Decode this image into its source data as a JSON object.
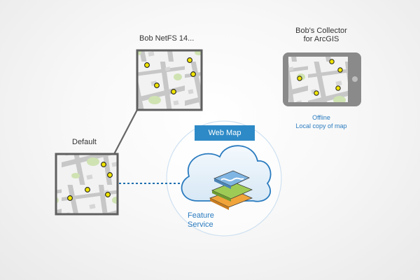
{
  "replicas": {
    "default": {
      "label": "Default"
    },
    "netfs": {
      "label": "Bob NetFS 14..."
    },
    "collector": {
      "title_line1": "Bob's Collector",
      "title_line2": "for ArcGIS"
    }
  },
  "offline": {
    "status": "Offline",
    "note": "Local copy of map"
  },
  "web_map": {
    "label": "Web Map"
  },
  "feature_service": {
    "line1": "Feature",
    "line2": "Service"
  },
  "colors": {
    "accent_blue": "#2a7bbf",
    "web_map_button": "#2d8ac7",
    "tile_frame": "#5f5f5f",
    "road_grey": "#c7c7c7",
    "park_green": "#cfe3b2",
    "poi_marker": "#f0e400",
    "device_grey": "#8a8a8a",
    "cloud_fill": "#e3eff8",
    "connector": "#1e6fb0"
  },
  "icons": [
    "map-tile-icon",
    "tablet-device-icon",
    "cloud-icon",
    "layer-stack-icon"
  ]
}
